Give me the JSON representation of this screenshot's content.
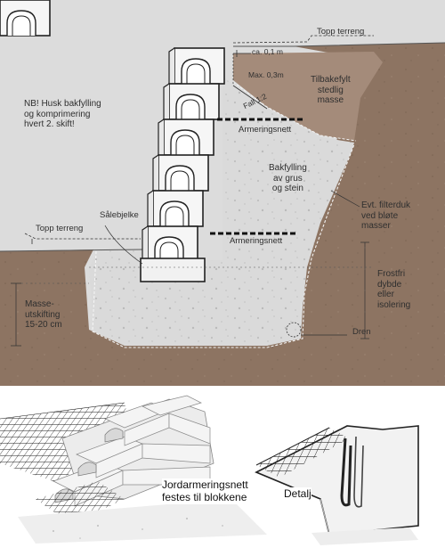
{
  "section": {
    "top_terrain_right": "Topp terreng",
    "top_terrain_left": "Topp terreng",
    "ca_01m": "ca. 0,1 m",
    "max_03m": "Max. 0,3m",
    "tilbakefylt": "Tilbakefylt\nstedlig\nmasse",
    "fall": "Fall 1:2",
    "armering_upper": "Armeringsnett",
    "armering_lower": "Armeringsnett",
    "bakfylling": "Bakfylling\nav grus\nog stein",
    "filterduk": "Evt. filterduk\nved bløte\nmasser",
    "salebjelke": "Sålebjelke",
    "frostfri": "Frostfri\ndybde\neller\nisolering",
    "masseutskifting": "Masse-\nutskifting\n15-20 cm",
    "dren": "Dren",
    "note": "NB! Husk bakfylling\nog komprimering\nhvert 2. skift!"
  },
  "bottom": {
    "caption_left": "Jordarmeringsnett\nfestes til blokkene",
    "caption_right": "Detalj"
  },
  "colors": {
    "panel": "#dcdcdc",
    "soil": "#8d7462",
    "backfill_brown": "#a48b7a",
    "gravel": "#dadada",
    "block": "#f6f6f6",
    "mesh": "#1f1f1f"
  }
}
